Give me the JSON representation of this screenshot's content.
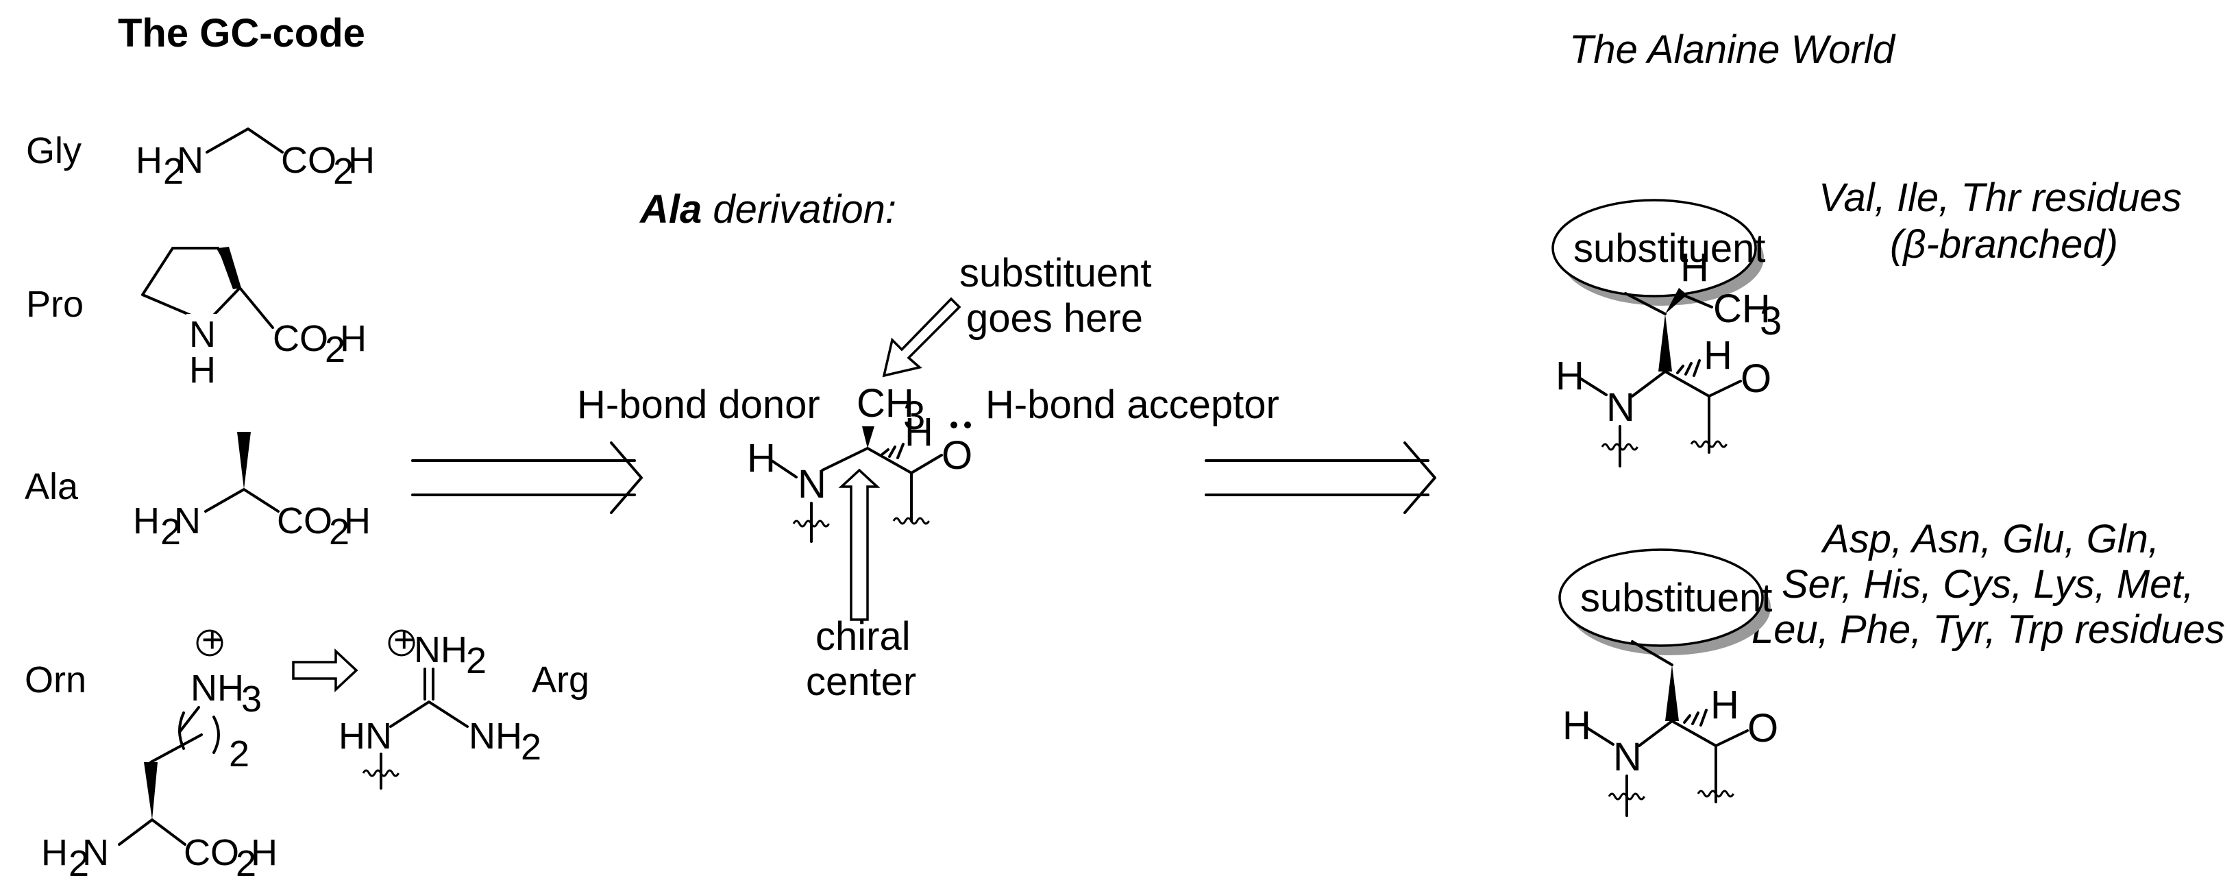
{
  "left_title": "The GC-code",
  "right_title": "The Alanine World",
  "residue_codes": {
    "gly": "Gly",
    "pro": "Pro",
    "ala": "Ala",
    "orn": "Orn",
    "arg": "Arg"
  },
  "atoms": {
    "H": "H",
    "N": "N",
    "O": "O",
    "C": "C",
    "H2": "H",
    "sub2": "2",
    "sub3": "3",
    "CO2H_a": "CO",
    "CO2H_b": "H",
    "NH2_a": "NH",
    "NH3_a": "NH",
    "HN": "HN",
    "CH3_a": "CH",
    "alkyl_repeat": "2",
    "plus": "+"
  },
  "derivation": {
    "title_bold": "Ala",
    "title_rest": " derivation:",
    "substituent_note_line1": "substituent",
    "substituent_note_line2": "goes here",
    "donor": "H-bond donor",
    "acceptor": "H-bond acceptor",
    "chiral_line1": "chiral",
    "chiral_line2": "center"
  },
  "world": {
    "bubble_label": "substituent",
    "group1_line1": "Val, Ile, Thr residues",
    "group1_line2_open": "(",
    "group1_beta": "β",
    "group1_line2_rest": "-branched)",
    "group2_line1": "Asp, Asn, Glu, Gln,",
    "group2_line2": "Ser, His, Cys, Lys, Met,",
    "group2_line3": "Leu, Phe, Tyr, Trp residues"
  }
}
